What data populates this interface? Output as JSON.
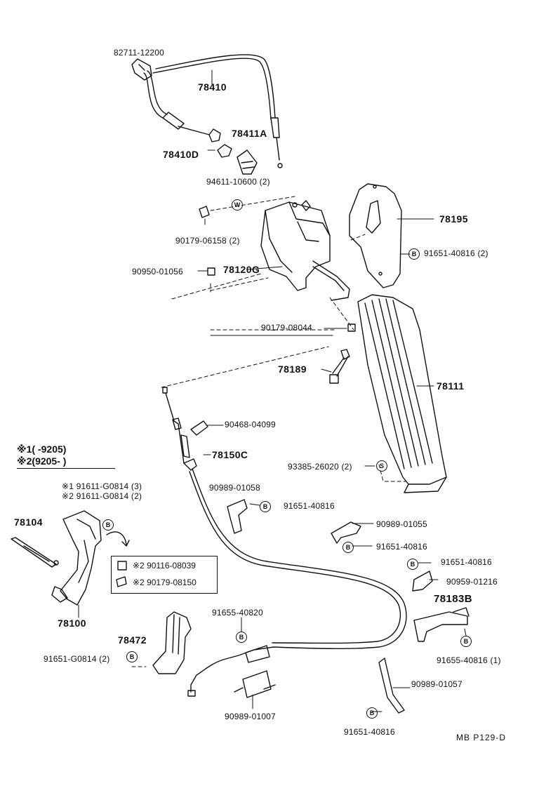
{
  "parts": {
    "p82711": "82711-12200",
    "p78410": "78410",
    "p78411A": "78411A",
    "p78410D": "78410D",
    "p94611": "94611-10600 (2)",
    "p90179_06158": "90179-06158 (2)",
    "p78195": "78195",
    "p91651_40816_2": "91651-40816 (2)",
    "p90950": "90950-01056",
    "p78120G": "78120G",
    "p90179_08044": "90179-08044",
    "p78189": "78189",
    "p78111": "78111",
    "p90468": "90468-04099",
    "p78150C": "78150C",
    "p93385": "93385-26020 (2)",
    "p90989_01058": "90989-01058",
    "p91651_40816_a": "91651-40816",
    "p91611_g0814_3": "91611-G0814 (3)",
    "p91611_g0814_2": "91611-G0814 (2)",
    "p78104": "78104",
    "p90989_01055": "90989-01055",
    "p91651_40816_b": "91651-40816",
    "p90116": "90116-08039",
    "p90179_08150": "90179-08150",
    "p91651_40816_c": "91651-40816",
    "p90959": "90959-01216",
    "p78100": "78100",
    "p78183B": "78183B",
    "p91655_40820": "91655-40820",
    "p78472": "78472",
    "p91651_g0814_2": "91651-G0814 (2)",
    "p91655_40816_1": "91655-40816 (1)",
    "p90989_01057": "90989-01057",
    "p90989_01007": "90989-01007",
    "p91651_40816_d": "91651-40816"
  },
  "legend": {
    "row1_mark": "※1",
    "row1_range": "(      -9205)",
    "row2_mark": "※2",
    "row2_range": "(9205-         )"
  },
  "marks": {
    "m1": "※1",
    "m2": "※2",
    "w": "W",
    "b": "B",
    "s": "S"
  },
  "footer": {
    "code": "MB  P129-D"
  }
}
